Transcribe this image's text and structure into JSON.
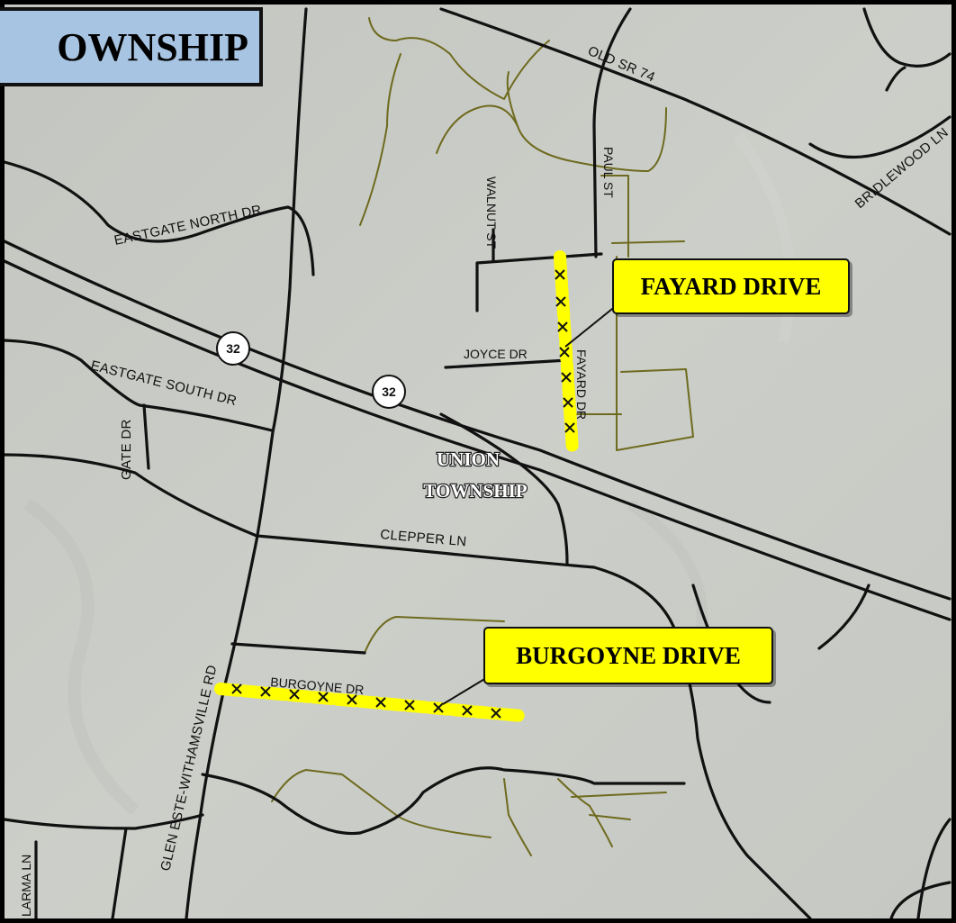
{
  "title": "OWNSHIP",
  "township_label": [
    "UNION",
    "TOWNSHIP"
  ],
  "callouts": {
    "fayard": "FAYARD DRIVE",
    "burgoyne": "BURGOYNE DRIVE"
  },
  "roads": {
    "old_sr_74": "OLD SR 74",
    "bridlewood": "BRIDLEWOOD LN",
    "eastgate_north": "EASTGATE NORTH DR",
    "eastgate_south": "EASTGATE SOUTH DR",
    "walnut": "WALNUT ST",
    "paul": "PAUL ST",
    "joyce": "JOYCE DR",
    "fayard": "FAYARD DR",
    "gate": "GATE DR",
    "clepper": "CLEPPER LN",
    "glen_este": "GLEN ESTE-WITHAMSVILLE RD",
    "burgoyne": "BURGOYNE DR",
    "larma": "LARMA LN"
  },
  "route_shield": "32",
  "colors": {
    "map_background": "#c9cbc6",
    "frame": "#000000",
    "title_box": "#a7c4e2",
    "callout": "#ffff00",
    "highlight": "#ffff00",
    "path": "#6e6a1e"
  }
}
